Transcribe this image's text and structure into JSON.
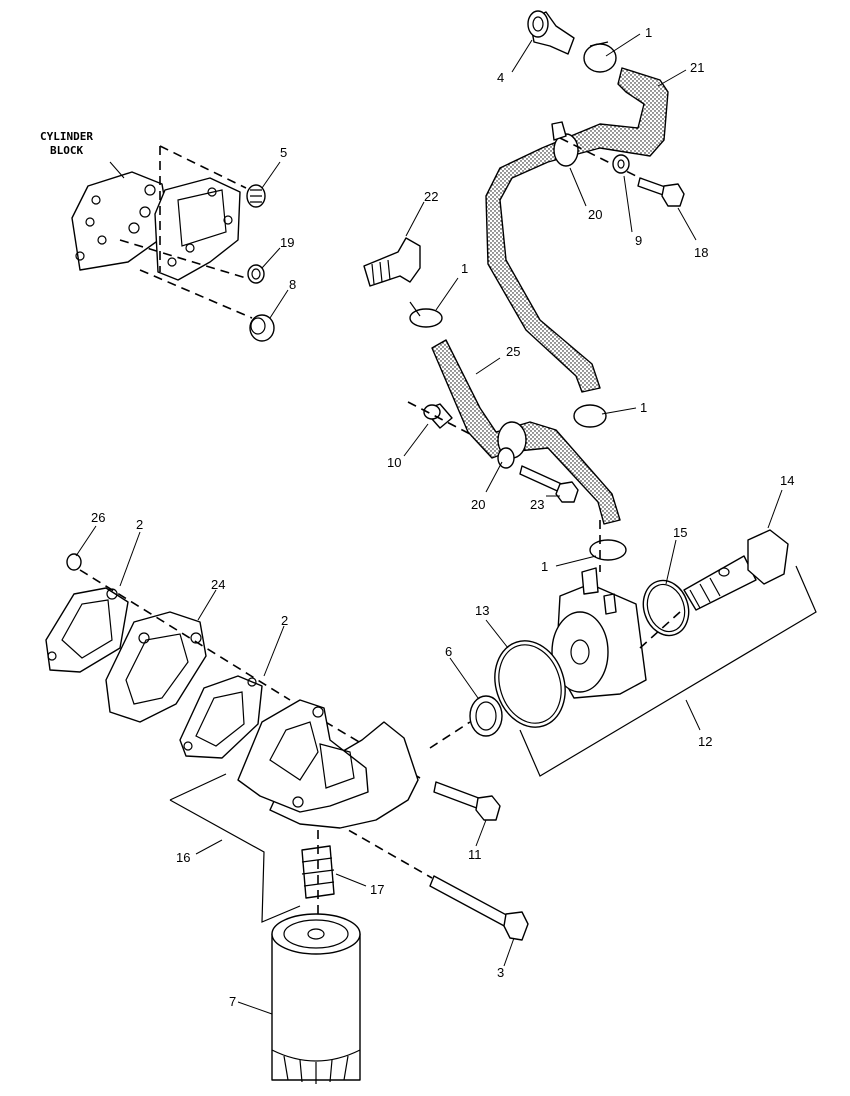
{
  "block_label": {
    "line1": "CYLINDER",
    "line2": "BLOCK"
  },
  "callouts": {
    "c1a": "1",
    "c1b": "1",
    "c1c": "1",
    "c1d": "1",
    "c2a": "2",
    "c2b": "2",
    "c3": "3",
    "c4": "4",
    "c5": "5",
    "c6": "6",
    "c7": "7",
    "c8": "8",
    "c9": "9",
    "c10": "10",
    "c11": "11",
    "c12": "12",
    "c13": "13",
    "c14": "14",
    "c15": "15",
    "c16": "16",
    "c17": "17",
    "c18": "18",
    "c19": "19",
    "c20a": "20",
    "c20b": "20",
    "c21": "21",
    "c22": "22",
    "c23": "23",
    "c24": "24",
    "c25": "25",
    "c26": "26"
  }
}
